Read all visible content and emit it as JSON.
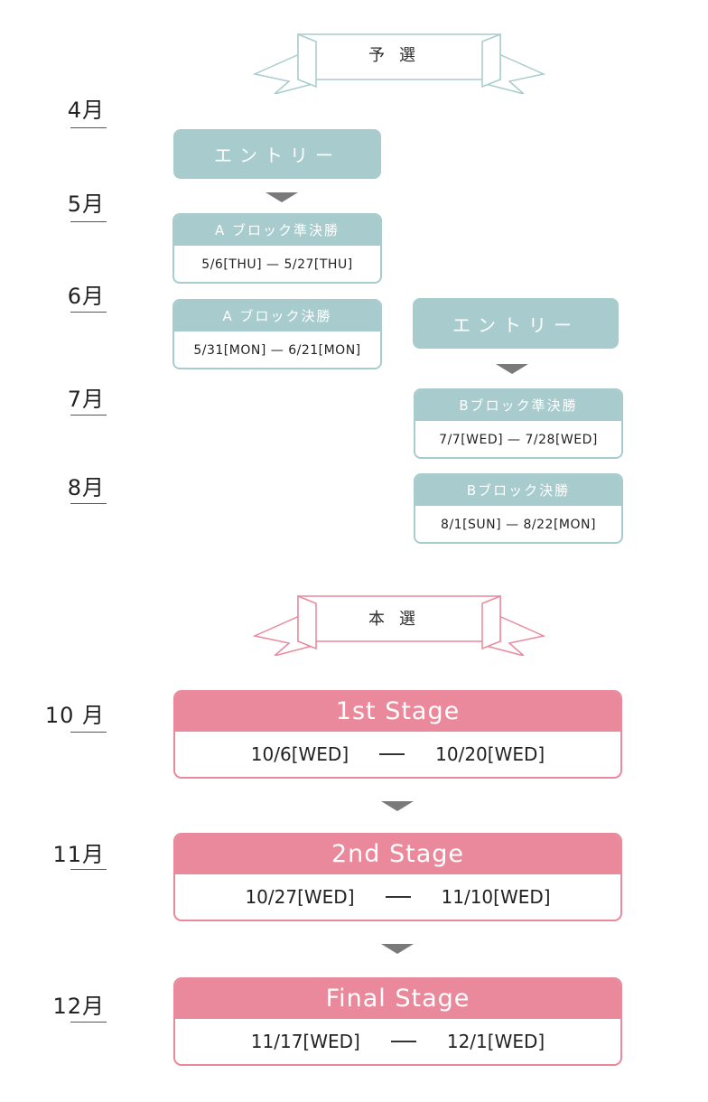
{
  "prelim": {
    "title": "予選",
    "months": [
      "4月",
      "5月",
      "6月",
      "7月",
      "8月"
    ],
    "entry_a": "エントリー",
    "a_semi": {
      "title": "A ブロック準決勝",
      "start": "5/6[THU]",
      "sep": "—",
      "end": "5/27[THU]"
    },
    "a_final": {
      "title": "A ブロック決勝",
      "start": "5/31[MON]",
      "sep": "—",
      "end": "6/21[MON]"
    },
    "entry_b": "エントリー",
    "b_semi": {
      "title": "Bブロック準決勝",
      "start": "7/7[WED]",
      "sep": "—",
      "end": "7/28[WED]"
    },
    "b_final": {
      "title": "Bブロック決勝",
      "start": "8/1[SUN]",
      "sep": "—",
      "end": "8/22[MON]"
    }
  },
  "main": {
    "title": "本選",
    "months": [
      "10 月",
      "11月",
      "12月"
    ],
    "stages": [
      {
        "title": "1st Stage",
        "start": "10/6[WED]",
        "end": "10/20[WED]"
      },
      {
        "title": "2nd Stage",
        "start": "10/27[WED]",
        "end": "11/10[WED]"
      },
      {
        "title": "Final Stage",
        "start": "11/17[WED]",
        "end": "12/1[WED]"
      }
    ]
  },
  "colors": {
    "teal": "#a8cccd",
    "pink": "#e9899b",
    "arrow": "#7a7a7a"
  }
}
